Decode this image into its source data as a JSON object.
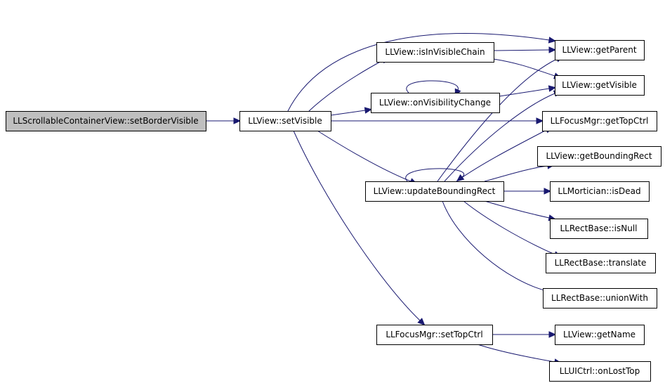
{
  "nodes": [
    {
      "id": "root",
      "label": "LLScrollableContainerView::setBorderVisible",
      "root": true
    },
    {
      "id": "setVisible",
      "label": "LLView::setVisible"
    },
    {
      "id": "isInVisibleChain",
      "label": "LLView::isInVisibleChain"
    },
    {
      "id": "onVisibilityChange",
      "label": "LLView::onVisibilityChange"
    },
    {
      "id": "updateBoundingRect",
      "label": "LLView::updateBoundingRect"
    },
    {
      "id": "setTopCtrl",
      "label": "LLFocusMgr::setTopCtrl"
    },
    {
      "id": "getParent",
      "label": "LLView::getParent"
    },
    {
      "id": "getVisible",
      "label": "LLView::getVisible"
    },
    {
      "id": "getTopCtrl",
      "label": "LLFocusMgr::getTopCtrl"
    },
    {
      "id": "getBoundingRect",
      "label": "LLView::getBoundingRect"
    },
    {
      "id": "isDead",
      "label": "LLMortician::isDead"
    },
    {
      "id": "isNull",
      "label": "LLRectBase::isNull"
    },
    {
      "id": "translate",
      "label": "LLRectBase::translate"
    },
    {
      "id": "unionWith",
      "label": "LLRectBase::unionWith"
    },
    {
      "id": "getName",
      "label": "LLView::getName"
    },
    {
      "id": "onLostTop",
      "label": "LLUICtrl::onLostTop"
    }
  ],
  "edges": [
    {
      "from": "root",
      "to": "setVisible"
    },
    {
      "from": "setVisible",
      "to": "getParent"
    },
    {
      "from": "setVisible",
      "to": "isInVisibleChain"
    },
    {
      "from": "setVisible",
      "to": "onVisibilityChange"
    },
    {
      "from": "setVisible",
      "to": "getTopCtrl"
    },
    {
      "from": "setVisible",
      "to": "updateBoundingRect"
    },
    {
      "from": "setVisible",
      "to": "setTopCtrl"
    },
    {
      "from": "isInVisibleChain",
      "to": "getParent"
    },
    {
      "from": "isInVisibleChain",
      "to": "getVisible"
    },
    {
      "from": "onVisibilityChange",
      "to": "onVisibilityChange"
    },
    {
      "from": "onVisibilityChange",
      "to": "getVisible"
    },
    {
      "from": "updateBoundingRect",
      "to": "updateBoundingRect"
    },
    {
      "from": "updateBoundingRect",
      "to": "getParent"
    },
    {
      "from": "updateBoundingRect",
      "to": "getVisible"
    },
    {
      "from": "updateBoundingRect",
      "to": "getTopCtrl"
    },
    {
      "from": "updateBoundingRect",
      "to": "getBoundingRect"
    },
    {
      "from": "updateBoundingRect",
      "to": "isDead"
    },
    {
      "from": "updateBoundingRect",
      "to": "isNull"
    },
    {
      "from": "updateBoundingRect",
      "to": "translate"
    },
    {
      "from": "updateBoundingRect",
      "to": "unionWith"
    },
    {
      "from": "setTopCtrl",
      "to": "getName"
    },
    {
      "from": "setTopCtrl",
      "to": "onLostTop"
    }
  ],
  "colors": {
    "edge": "#191970",
    "root_fill": "#bfbfbf",
    "node_fill": "#ffffff",
    "node_border": "#000000"
  }
}
